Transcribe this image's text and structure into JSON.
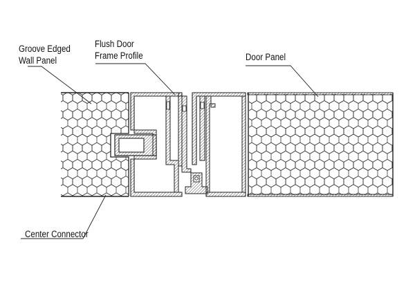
{
  "labels": {
    "wall_panel": [
      "Groove Edged",
      "Wall Panel"
    ],
    "frame_profile": [
      "Flush Door",
      "Frame Profile"
    ],
    "door_panel": "Door Panel",
    "center_connector": "Center Connector"
  },
  "colors": {
    "line": "#222222",
    "hatch": "#444444",
    "background": "#ffffff"
  }
}
